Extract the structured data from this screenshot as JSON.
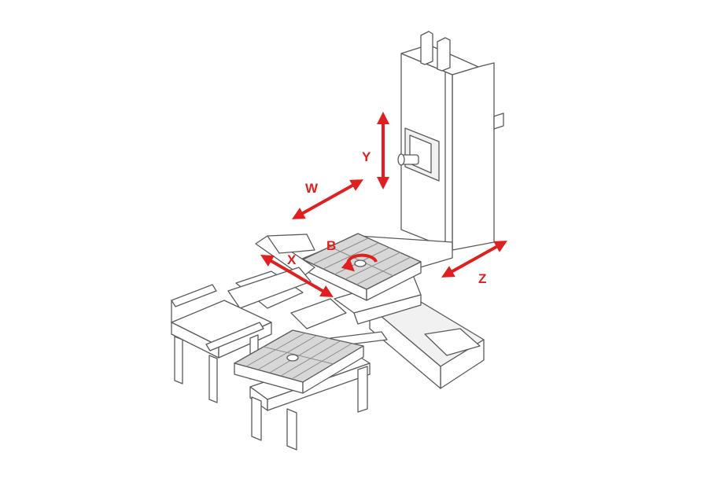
{
  "colors": {
    "accent": "#e02020",
    "line": "#5a5a5a",
    "table": "#d7d7d7"
  },
  "axes": {
    "y": {
      "label": "Y"
    },
    "w": {
      "label": "W"
    },
    "x": {
      "label": "X"
    },
    "b": {
      "label": "B"
    },
    "z": {
      "label": "Z"
    }
  }
}
